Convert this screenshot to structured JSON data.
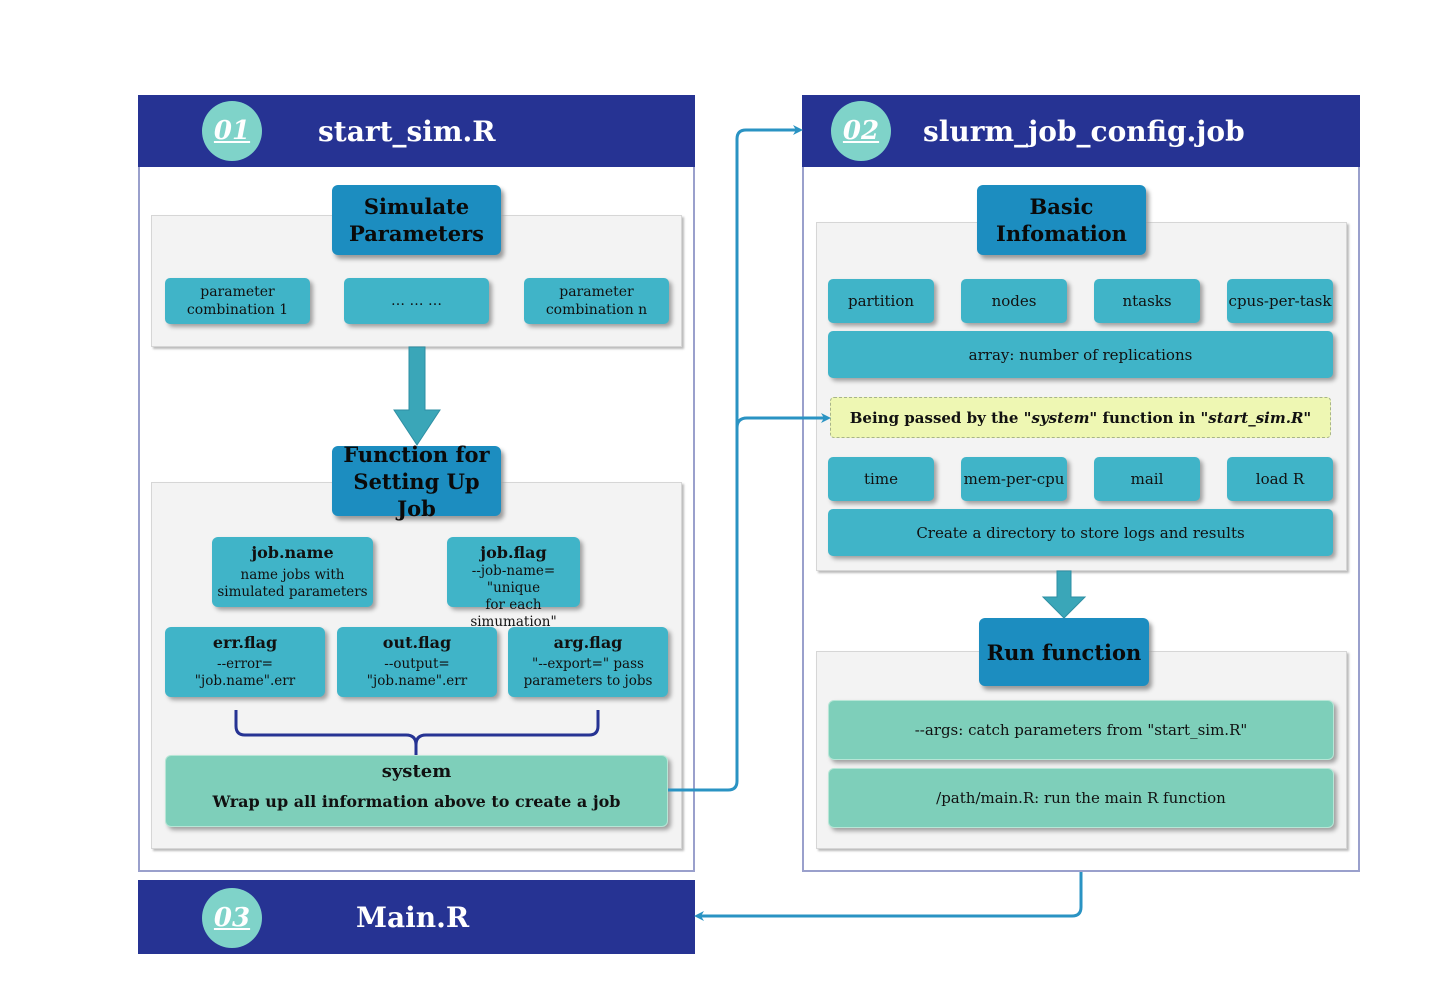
{
  "panel1": {
    "badge": "01",
    "title": "start_sim.R",
    "simulate": {
      "title_line1": "Simulate",
      "title_line2": "Parameters",
      "items": [
        "parameter combination 1",
        "… … …",
        "parameter combination n"
      ]
    },
    "setup": {
      "title_line1": "Function for",
      "title_line2": "Setting Up Job",
      "job_name": {
        "title": "job.name",
        "line1": "name jobs with",
        "line2": "simulated parameters"
      },
      "job_flag": {
        "title": "job.flag",
        "line1": "--job-name= \"unique",
        "line2": "for each simumation\""
      },
      "err_flag": {
        "title": "err.flag",
        "line1": "--error=",
        "line2": "\"job.name\".err"
      },
      "out_flag": {
        "title": "out.flag",
        "line1": "--output=",
        "line2": "\"job.name\".err"
      },
      "arg_flag": {
        "title": "arg.flag",
        "line1": "\"--export=\" pass",
        "line2": "parameters to jobs"
      },
      "system": {
        "title": "system",
        "text": "Wrap up all information above to create a job"
      }
    }
  },
  "panel2": {
    "badge": "02",
    "title": "slurm_job_config.job",
    "basic": {
      "title_line1": "Basic",
      "title_line2": "Infomation",
      "row1": [
        "partition",
        "nodes",
        "ntasks",
        "cpus-per-task"
      ],
      "array": "array: number of replications",
      "note_pre": "Being passed by the ",
      "note_fn": "\"system\"",
      "note_mid": " function in ",
      "note_file": "\"start_sim.R\"",
      "row2": [
        "time",
        "mem-per-cpu",
        "mail",
        "load R"
      ],
      "directory": "Create a directory to store logs and results"
    },
    "run": {
      "title": "Run function",
      "args": "--args: catch parameters from \"start_sim.R\"",
      "main": "/path/main.R: run the main R function"
    }
  },
  "panel3": {
    "badge": "03",
    "title": "Main.R"
  },
  "colors": {
    "header": "#263393",
    "badge": "#7fd3c9",
    "title_box": "#1c8dc0",
    "chip": "#40b4c8",
    "green": "#7ecfba",
    "note": "#eef7b3",
    "arrow": "#2a93c3",
    "fat_arrow": "#3aa6b8",
    "bracket": "#263393"
  }
}
